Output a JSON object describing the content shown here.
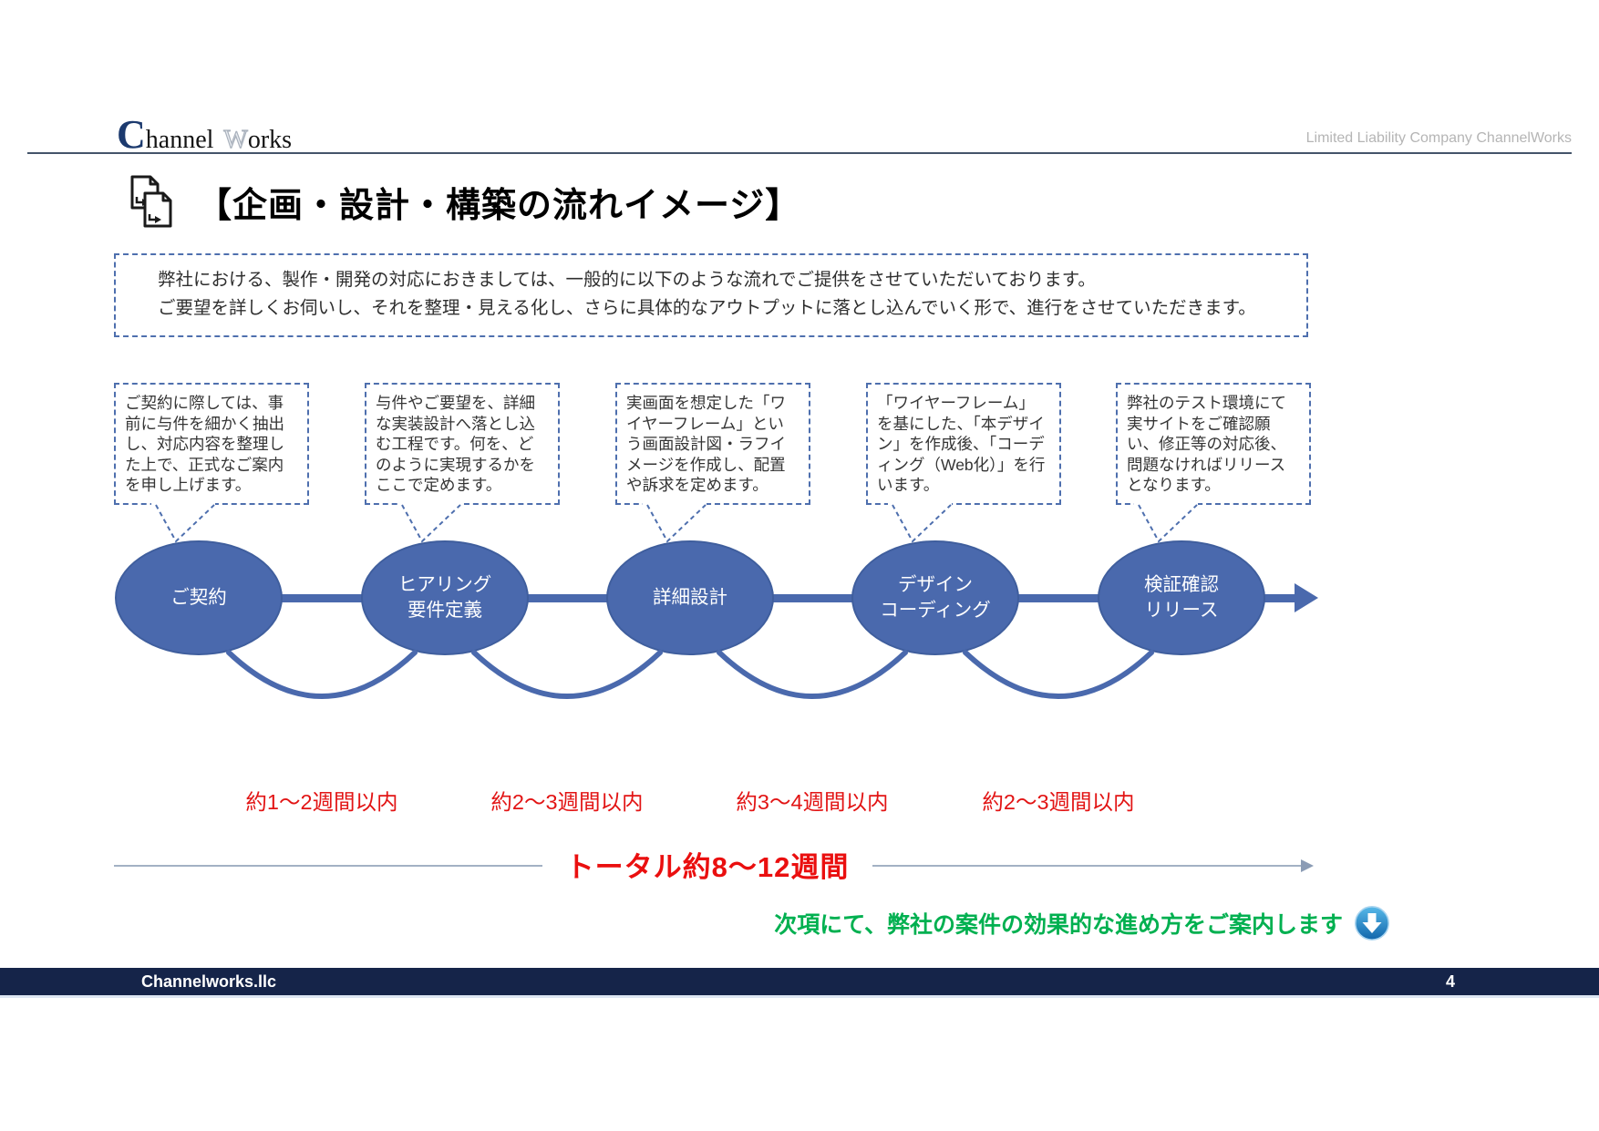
{
  "header": {
    "logo": {
      "c": "C",
      "hannel": "hannel",
      "w": "W",
      "orks": "orks"
    },
    "company_en": "Limited Liability Company ChannelWorks"
  },
  "title": {
    "icon": "documents-flow-icon",
    "text": "【企画・設計・構築の流れイメージ】"
  },
  "intro": {
    "line1": "弊社における、製作・開発の対応におきましては、一般的に以下のような流れでご提供をさせていただいております。",
    "line2": "ご要望を詳しくお伺いし、それを整理・見える化し、さらに具体的なアウトプットに落とし込んでいく形で、進行をさせていただきます。"
  },
  "callouts": [
    {
      "text": "ご契約に際しては、事前に与件を細かく抽出し、対応内容を整理した上で、正式なご案内を申し上げます。"
    },
    {
      "text": "与件やご要望を、詳細な実装設計へ落とし込む工程です。何を、どのように実現するかをここで定めます。"
    },
    {
      "text": "実画面を想定した「ワイヤーフレーム」という画面設計図・ラフイメージを作成し、配置や訴求を定めます。"
    },
    {
      "text": "「ワイヤーフレーム」を基にした、「本デザイン」を作成後、「コーディング（Web化）」を行います。"
    },
    {
      "text": "弊社のテスト環境にて実サイトをご確認願い、修正等の対応後、問題なければリリースとなります。"
    }
  ],
  "steps": [
    {
      "line1": "ご契約",
      "line2": ""
    },
    {
      "line1": "ヒアリング",
      "line2": "要件定義"
    },
    {
      "line1": "詳細設計",
      "line2": ""
    },
    {
      "line1": "デザイン",
      "line2": "コーディング"
    },
    {
      "line1": "検証確認",
      "line2": "リリース"
    }
  ],
  "durations": [
    "約1～2週間以内",
    "約2～3週間以内",
    "約3～4週間以内",
    "約2～3週間以内"
  ],
  "total_label": "トータル約8～12週間",
  "next_note": "次項にて、弊社の案件の効果的な進め方をご案内します",
  "footer": {
    "left": "Channelworks.llc",
    "page": "4"
  },
  "colors": {
    "flow_blue": "#4a69ad",
    "dashed_border_blue": "#4e6fae",
    "duration_red": "#e21414",
    "total_red": "#ea0f0f",
    "note_green": "#00b050",
    "footer_navy": "#152449",
    "header_rule": "#44546a",
    "logo_navy": "#1c3a6e",
    "company_en_gray": "#b5b5b5",
    "download_icon_blue": "#1266ab"
  }
}
